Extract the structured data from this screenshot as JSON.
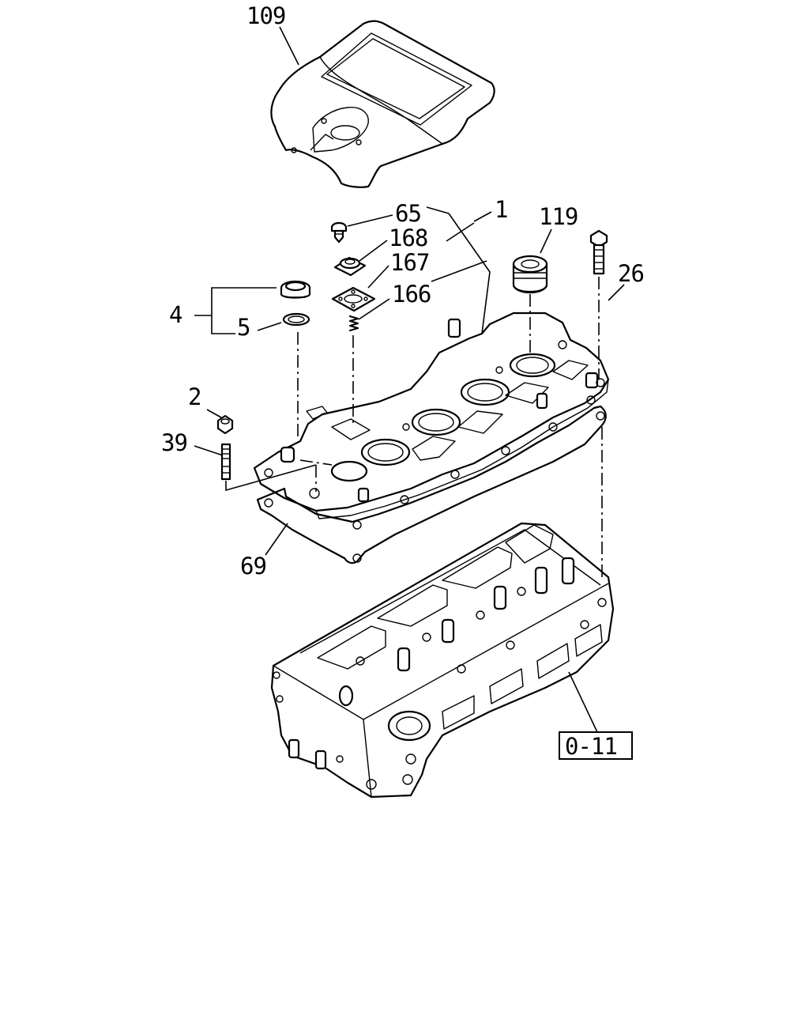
{
  "callouts": {
    "c109": "109",
    "c65": "65",
    "c1": "1",
    "c168": "168",
    "c167": "167",
    "c166": "166",
    "c119": "119",
    "c26": "26",
    "c4": "4",
    "c5": "5",
    "c2": "2",
    "c39": "39",
    "c69": "69"
  },
  "reference_box": {
    "label": "0-11"
  }
}
